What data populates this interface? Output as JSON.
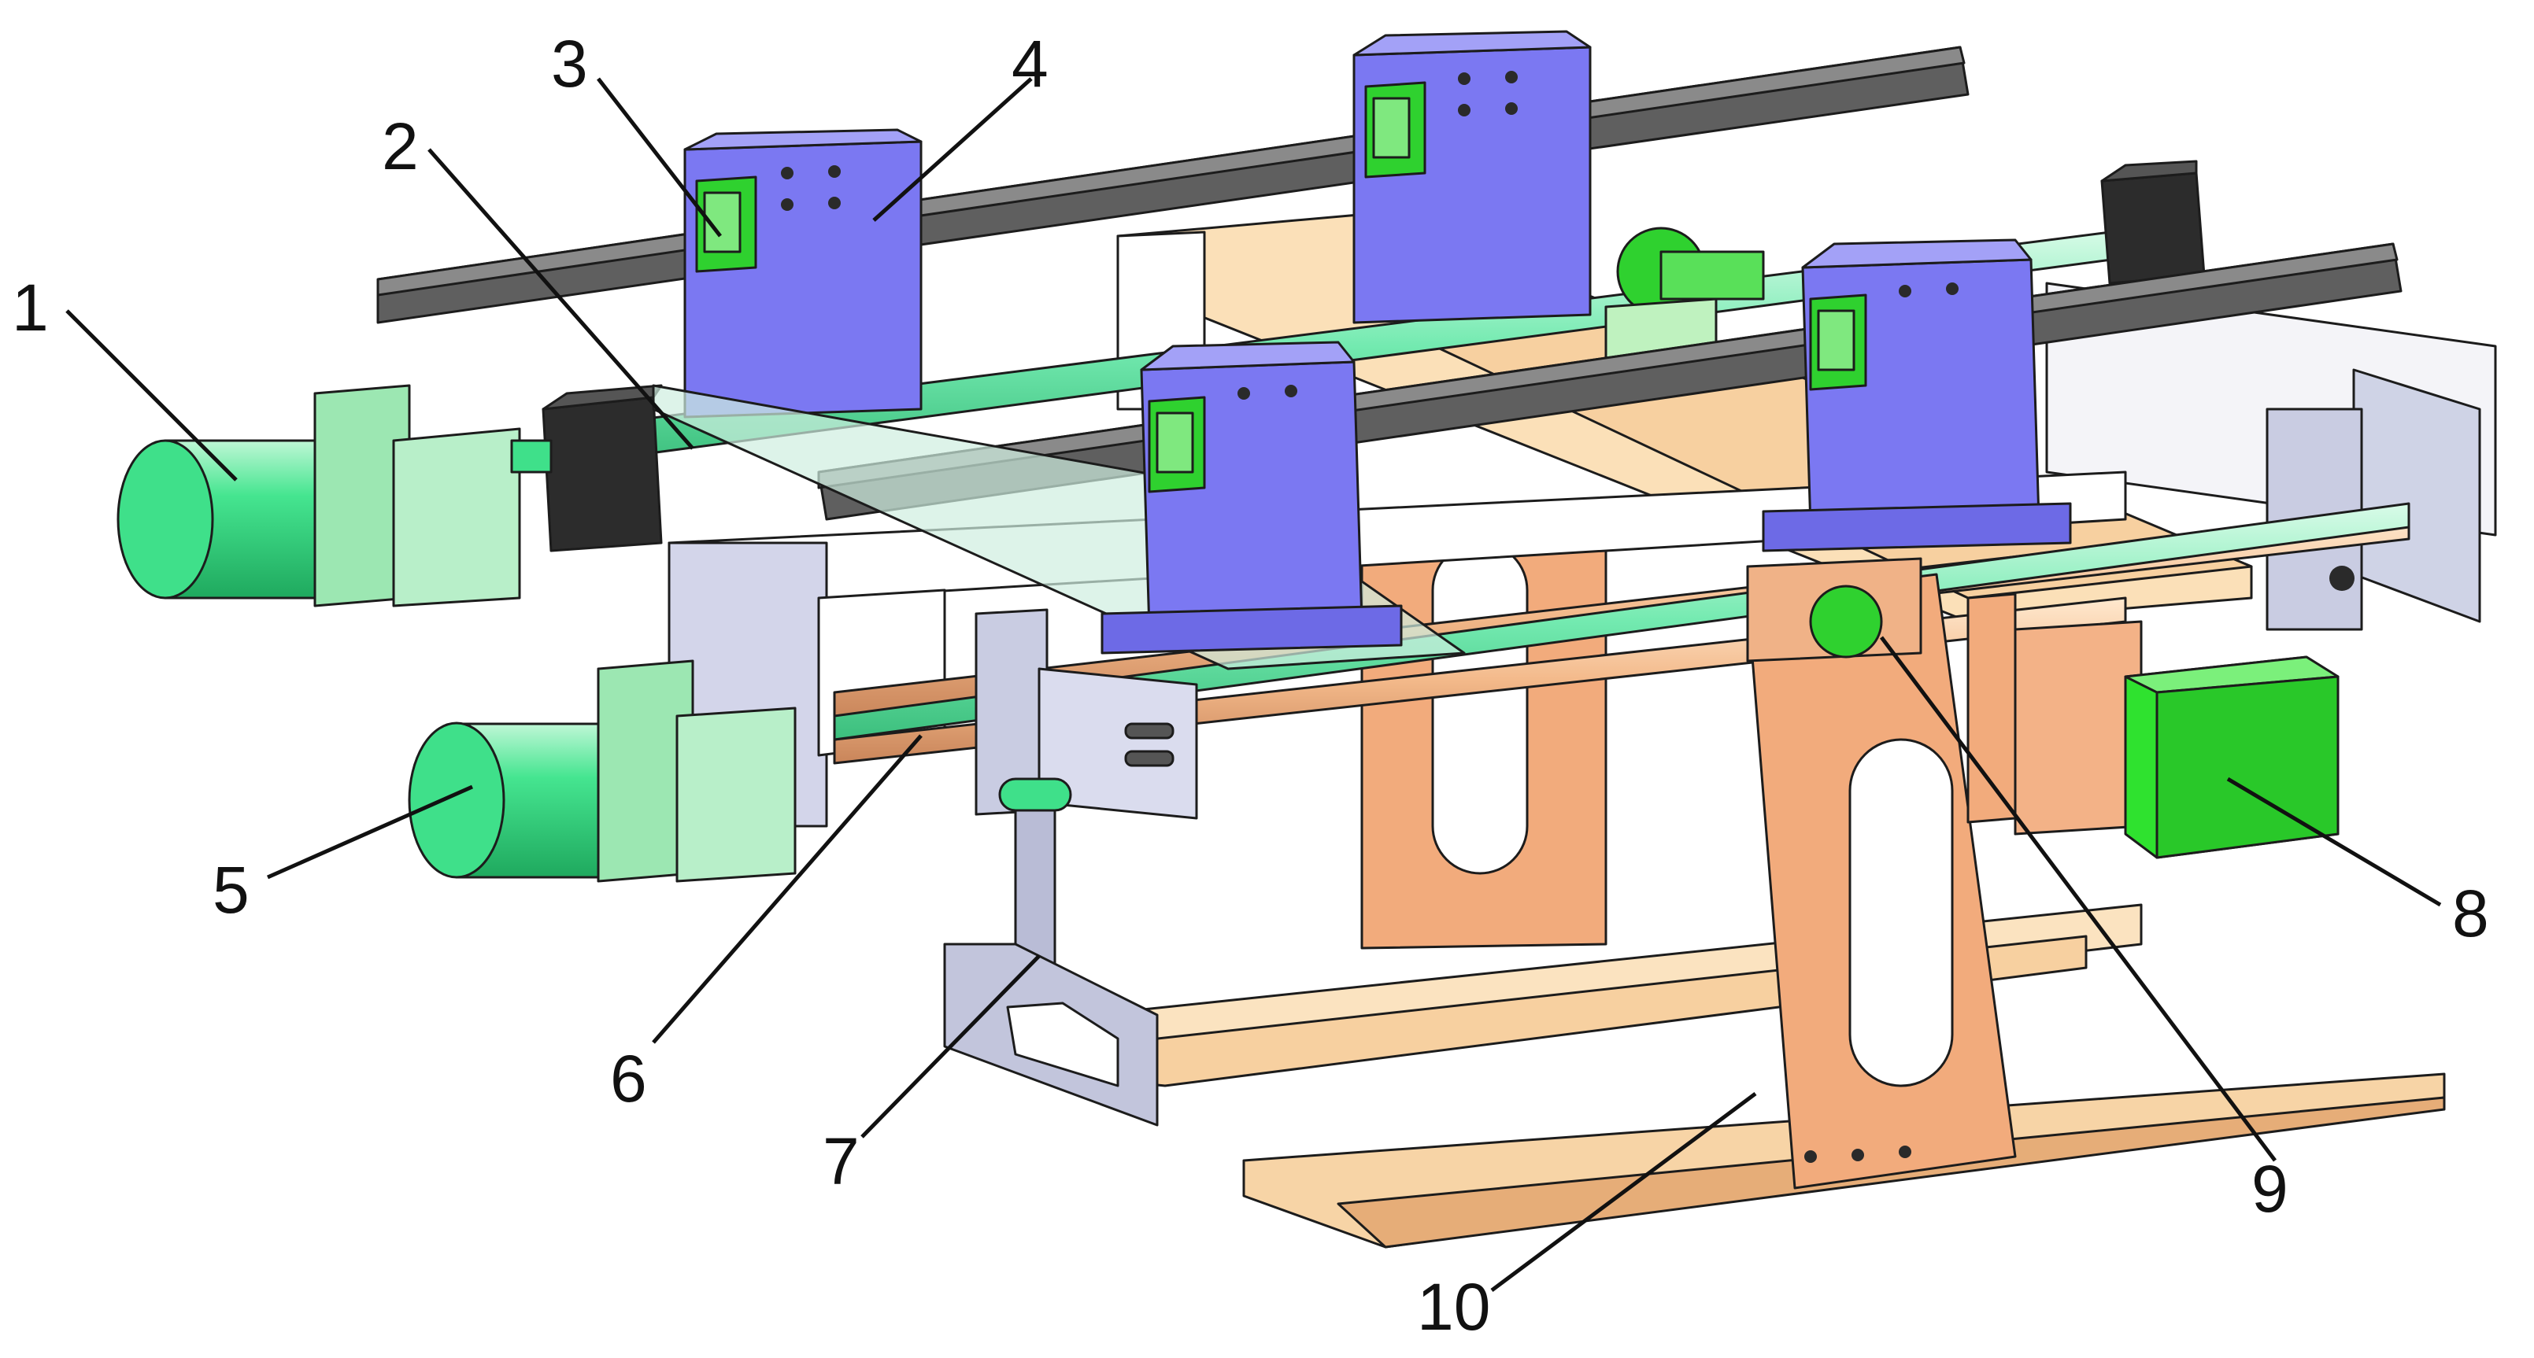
{
  "colors": {
    "motor_green": "#3fe08a",
    "motor_bracket": "#9ce7b2",
    "guide_rail": "#6b6b6b",
    "slider_block": "#7b78f2",
    "slider_insert": "#2fd12f",
    "shaft_green": "#74ecb2",
    "frame_orange": "#f2ab7c",
    "frame_tan": "#f7cfa0",
    "plate_beige": "#fbe6c4",
    "steel_grey": "#c9c9dd",
    "black_block": "#2c2c2c",
    "gearbox_green": "#2fe22f"
  },
  "callouts": [
    {
      "id": "1",
      "label": "1"
    },
    {
      "id": "2",
      "label": "2"
    },
    {
      "id": "3",
      "label": "3"
    },
    {
      "id": "4",
      "label": "4"
    },
    {
      "id": "5",
      "label": "5"
    },
    {
      "id": "6",
      "label": "6"
    },
    {
      "id": "7",
      "label": "7"
    },
    {
      "id": "8",
      "label": "8"
    },
    {
      "id": "9",
      "label": "9"
    },
    {
      "id": "10",
      "label": "10"
    }
  ]
}
